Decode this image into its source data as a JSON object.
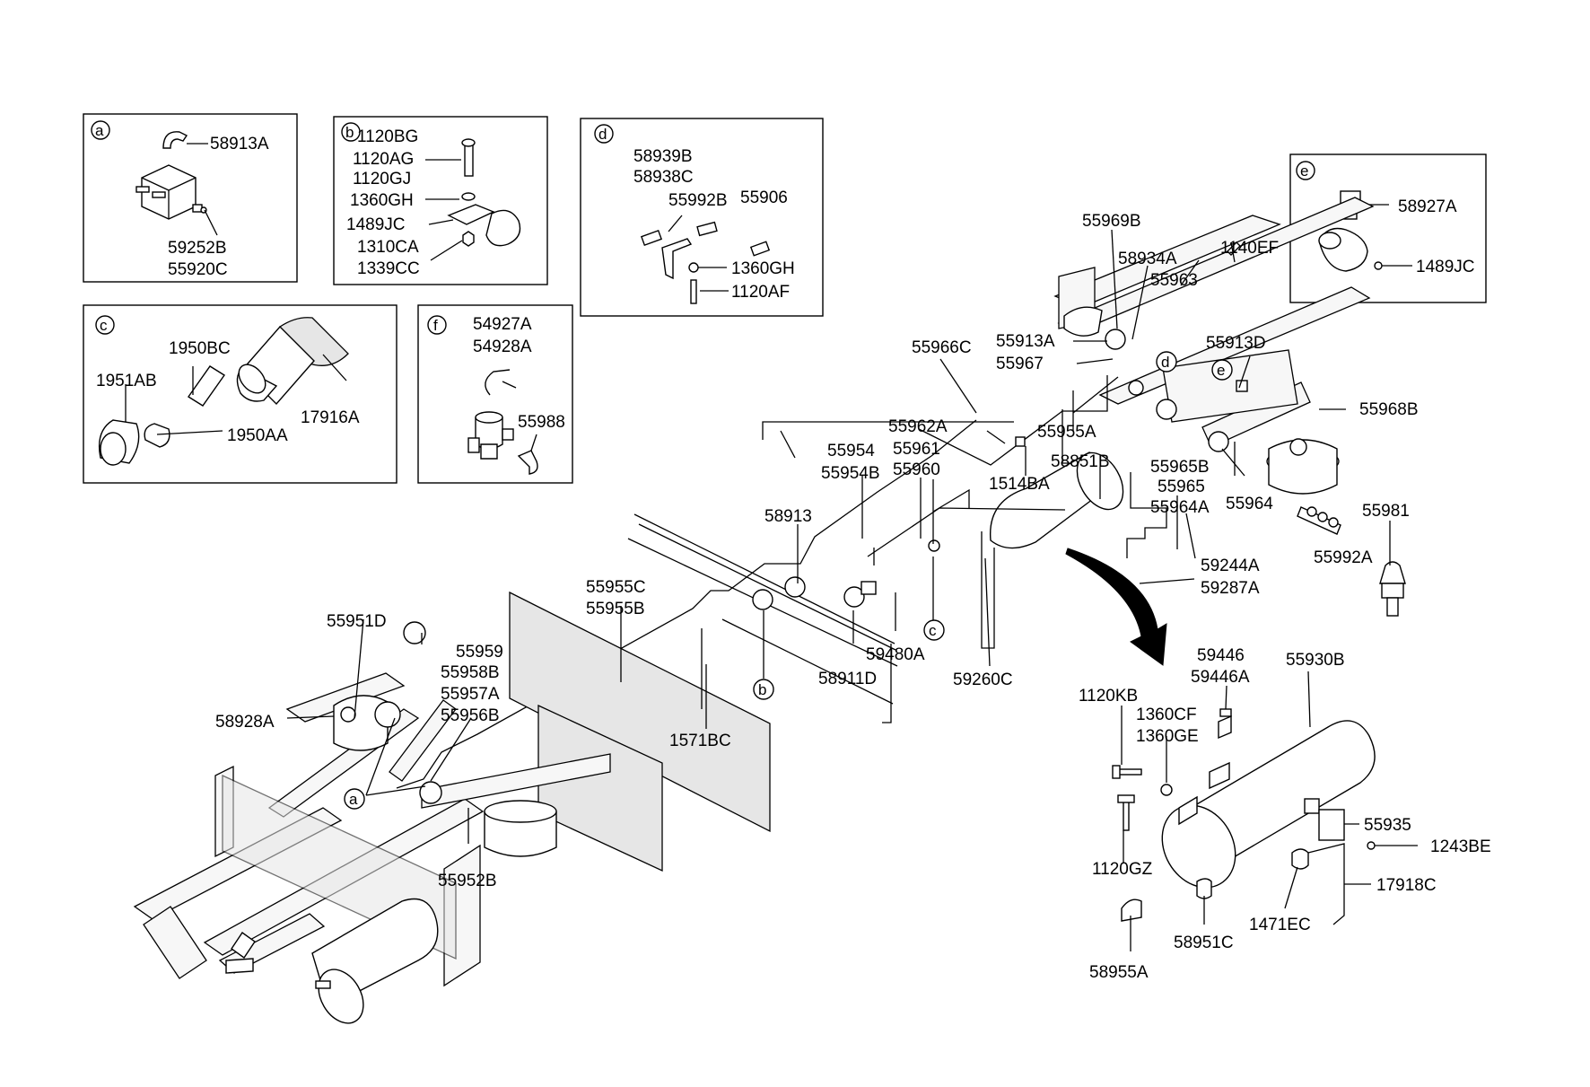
{
  "inset_a": {
    "letter": "a",
    "labels": [
      "58913A",
      "59252B",
      "55920C"
    ]
  },
  "inset_b": {
    "letter": "b",
    "labels": [
      "1120BG",
      "1120AG",
      "1120GJ",
      "1360GH",
      "1489JC",
      "1310CA",
      "1339CC"
    ]
  },
  "inset_d": {
    "letter": "d",
    "labels": [
      "58939B",
      "58938C",
      "55992B",
      "55906",
      "1360GH",
      "1120AF"
    ]
  },
  "inset_c": {
    "letter": "c",
    "labels": [
      "1950BC",
      "1951AB",
      "17916A",
      "1950AA"
    ]
  },
  "inset_f": {
    "letter": "f",
    "labels": [
      "54927A",
      "54928A",
      "55988"
    ]
  },
  "inset_e": {
    "letter": "e",
    "labels": [
      "58927A",
      "1489JC"
    ]
  },
  "main_labels": [
    "55969B",
    "58934A",
    "1140EF",
    "55963",
    "55966C",
    "55913A",
    "55967",
    "55913D",
    "55968B",
    "55962A",
    "55955A",
    "55954",
    "55961",
    "55954B",
    "55960",
    "55965B",
    "55965",
    "55964A",
    "55964",
    "1514BA",
    "58851B",
    "58913",
    "55981",
    "55992A",
    "59244A",
    "59287A",
    "55955C",
    "55955B",
    "55951D",
    "55959",
    "55958B",
    "55957A",
    "55956B",
    "58928A",
    "59480A",
    "58911D",
    "59260C",
    "1571BC",
    "55952B"
  ],
  "callouts": {
    "a": "a",
    "b": "b",
    "c": "c",
    "d": "d",
    "e": "e"
  },
  "tank_labels": [
    "59446",
    "59446A",
    "55930B",
    "1120KB",
    "1360CF",
    "1360GE",
    "1120GZ",
    "55935",
    "1243BE",
    "17918C",
    "1471EC",
    "58951C",
    "58955A"
  ]
}
